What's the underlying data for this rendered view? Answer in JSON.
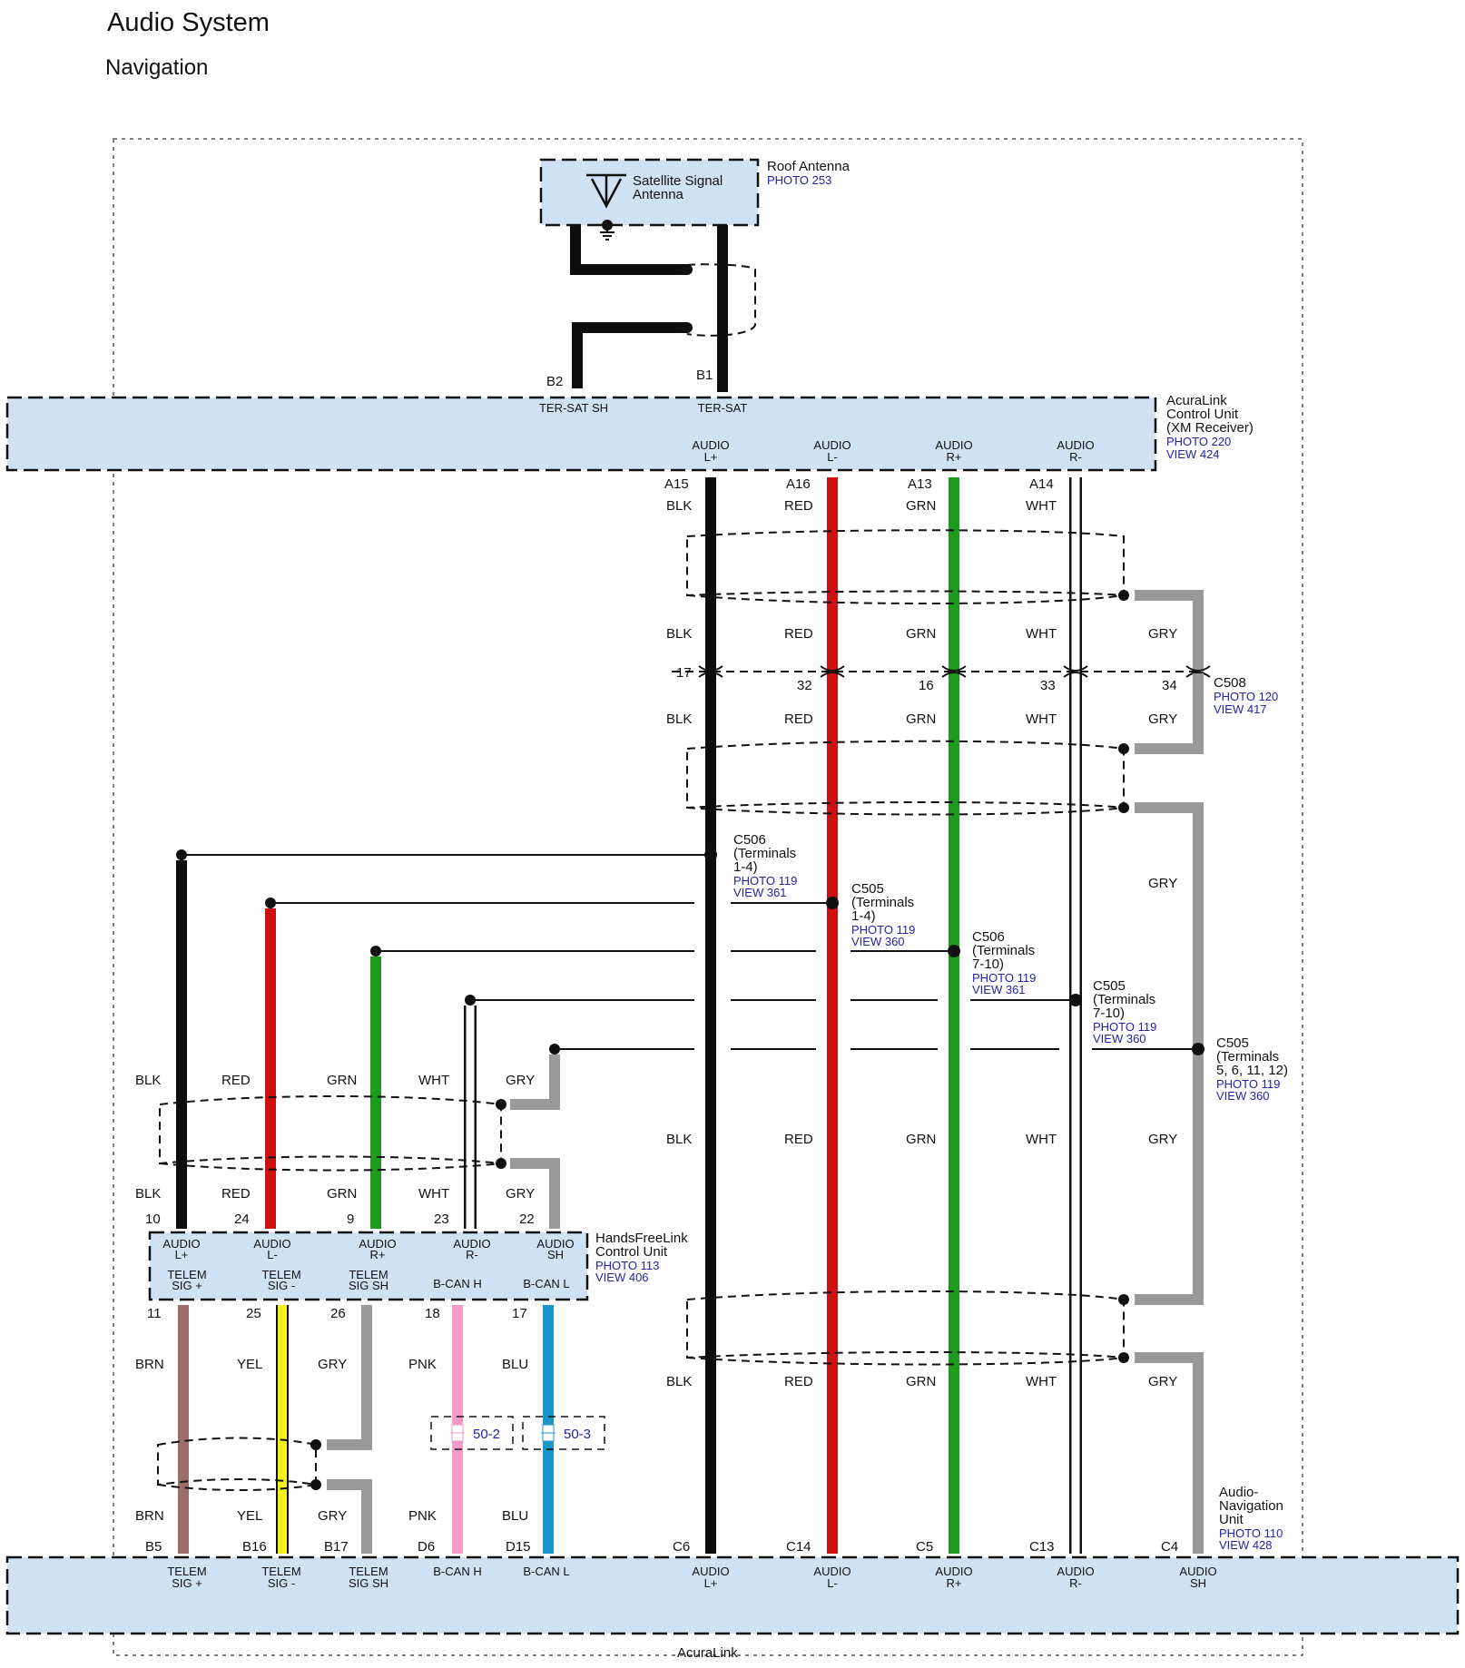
{
  "page": {
    "title": "Audio System",
    "subtitle": "Navigation",
    "frame_label": "AcuraLink"
  },
  "colors": {
    "BLK": "#0d0d0d",
    "RED": "#cc1111",
    "GRN": "#1e9a1e",
    "WHT": "#ffffff",
    "GRY": "#9a9a9a",
    "BRN": "#9a6e6a",
    "YEL": "#f2f21a",
    "PNK": "#f49ac8",
    "BLU": "#1a96c8",
    "component_fill": "#cfe1f3",
    "link_text": "#2222aa"
  },
  "components": {
    "antenna": {
      "name_lines": [
        "Satellite Signal",
        "Antenna"
      ],
      "label": "Roof Antenna",
      "photo": "PHOTO 253",
      "icon": "antenna-triangle-icon"
    },
    "acuralink_unit": {
      "label_lines": [
        "AcuraLink",
        "Control Unit",
        "(XM Receiver)"
      ],
      "photo": "PHOTO 220",
      "view": "VIEW 424"
    },
    "handsfree_unit": {
      "label_lines": [
        "HandsFreeLink",
        "Control Unit"
      ],
      "photo": "PHOTO 113",
      "view": "VIEW 406"
    },
    "audio_nav_unit": {
      "label_lines": [
        "Audio-",
        "Navigation",
        "Unit"
      ],
      "photo": "PHOTO 110",
      "view": "VIEW 428"
    }
  },
  "antenna_pins": [
    {
      "pin": "B2",
      "name": "TER-SAT SH"
    },
    {
      "pin": "B1",
      "name": "TER-SAT"
    }
  ],
  "acuralink_audio_pins": [
    {
      "name_lines": [
        "AUDIO",
        "L+"
      ],
      "pin": "A15",
      "color": "BLK"
    },
    {
      "name_lines": [
        "AUDIO",
        "L-"
      ],
      "pin": "A16",
      "color": "RED"
    },
    {
      "name_lines": [
        "AUDIO",
        "R+"
      ],
      "pin": "A13",
      "color": "GRN"
    },
    {
      "name_lines": [
        "AUDIO",
        "R-"
      ],
      "pin": "A14",
      "color": "WHT"
    }
  ],
  "c508": {
    "name": "C508",
    "photo": "PHOTO 120",
    "view": "VIEW 417",
    "pins": [
      "17",
      "32",
      "16",
      "33",
      "34"
    ]
  },
  "splices": [
    {
      "name_lines": [
        "C506",
        "(Terminals",
        "1-4)"
      ],
      "photo": "PHOTO 119",
      "view": "VIEW 361"
    },
    {
      "name_lines": [
        "C505",
        "(Terminals",
        "1-4)"
      ],
      "photo": "PHOTO 119",
      "view": "VIEW 360"
    },
    {
      "name_lines": [
        "C506",
        "(Terminals",
        "7-10)"
      ],
      "photo": "PHOTO 119",
      "view": "VIEW 361"
    },
    {
      "name_lines": [
        "C505",
        "(Terminals",
        "7-10)"
      ],
      "photo": "PHOTO 119",
      "view": "VIEW 360"
    },
    {
      "name_lines": [
        "C505",
        "(Terminals",
        "5, 6, 11, 12)"
      ],
      "photo": "PHOTO 119",
      "view": "VIEW 360"
    }
  ],
  "handsfree_top_pins": [
    {
      "name_lines": [
        "AUDIO",
        "L+"
      ],
      "pin": "10",
      "color": "BLK"
    },
    {
      "name_lines": [
        "AUDIO",
        "L-"
      ],
      "pin": "24",
      "color": "RED"
    },
    {
      "name_lines": [
        "AUDIO",
        "R+"
      ],
      "pin": "9",
      "color": "GRN"
    },
    {
      "name_lines": [
        "AUDIO",
        "R-"
      ],
      "pin": "23",
      "color": "WHT"
    },
    {
      "name_lines": [
        "AUDIO",
        "SH"
      ],
      "pin": "22",
      "color": "GRY"
    }
  ],
  "handsfree_bottom_pins": [
    {
      "name_lines": [
        "TELEM",
        "SIG +"
      ],
      "pin": "11",
      "color": "BRN"
    },
    {
      "name_lines": [
        "TELEM",
        "SIG -"
      ],
      "pin": "25",
      "color": "YEL"
    },
    {
      "name_lines": [
        "TELEM",
        "SIG SH"
      ],
      "pin": "26",
      "color": "GRY"
    },
    {
      "name_lines": [
        "B-CAN H"
      ],
      "pin": "18",
      "color": "PNK"
    },
    {
      "name_lines": [
        "B-CAN L"
      ],
      "pin": "17",
      "color": "BLU"
    }
  ],
  "page_refs": [
    "50-2",
    "50-3"
  ],
  "bottom_unit_pins": [
    {
      "name_lines": [
        "TELEM",
        "SIG +"
      ],
      "pin": "B5",
      "color": "BRN"
    },
    {
      "name_lines": [
        "TELEM",
        "SIG -"
      ],
      "pin": "B16",
      "color": "YEL"
    },
    {
      "name_lines": [
        "TELEM",
        "SIG SH"
      ],
      "pin": "B17",
      "color": "GRY"
    },
    {
      "name_lines": [
        "B-CAN H"
      ],
      "pin": "D6",
      "color": "PNK"
    },
    {
      "name_lines": [
        "B-CAN L"
      ],
      "pin": "D15",
      "color": "BLU"
    },
    {
      "name_lines": [
        "AUDIO",
        "L+"
      ],
      "pin": "C6",
      "color": "BLK"
    },
    {
      "name_lines": [
        "AUDIO",
        "L-"
      ],
      "pin": "C14",
      "color": "RED"
    },
    {
      "name_lines": [
        "AUDIO",
        "R+"
      ],
      "pin": "C5",
      "color": "GRN"
    },
    {
      "name_lines": [
        "AUDIO",
        "R-"
      ],
      "pin": "C13",
      "color": "WHT"
    },
    {
      "name_lines": [
        "AUDIO",
        "SH"
      ],
      "pin": "C4",
      "color": "GRY"
    }
  ]
}
